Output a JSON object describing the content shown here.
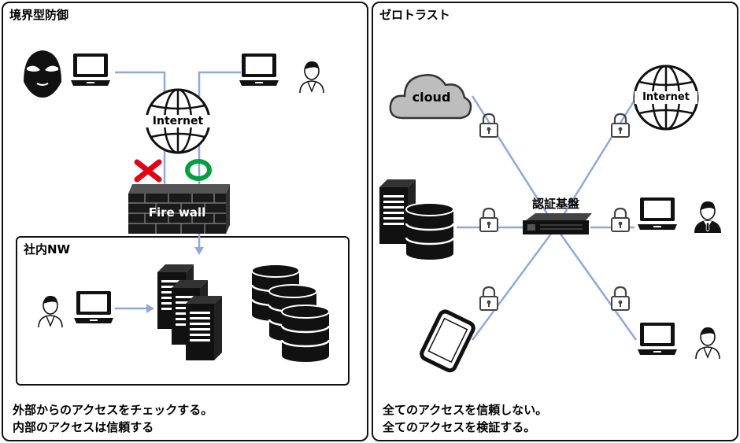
{
  "left_panel": {
    "title": "境界型防御",
    "internet_label": "Internet",
    "firewall_label": "Fire wall",
    "inner": {
      "title": "社内NW"
    },
    "caption_line1": "外部からのアクセスをチェックする。",
    "caption_line2": "内部のアクセスは信頼する"
  },
  "right_panel": {
    "title": "ゼロトラスト",
    "cloud_label": "cloud",
    "internet_label": "Internet",
    "auth_label": "認証基盤",
    "caption_line1": "全てのアクセスを信頼しない。",
    "caption_line2": "全てのアクセスを検証する。"
  },
  "colors": {
    "line": "#8eaadb",
    "deny": "#e60012",
    "allow": "#00a040",
    "border": "#111111"
  },
  "icons": [
    "hacker-icon",
    "laptop-icon",
    "user-icon",
    "globe-icon",
    "firewall-icon",
    "server-icon",
    "database-icon",
    "cloud-icon",
    "lock-icon",
    "auth-server-icon",
    "smartphone-icon"
  ]
}
